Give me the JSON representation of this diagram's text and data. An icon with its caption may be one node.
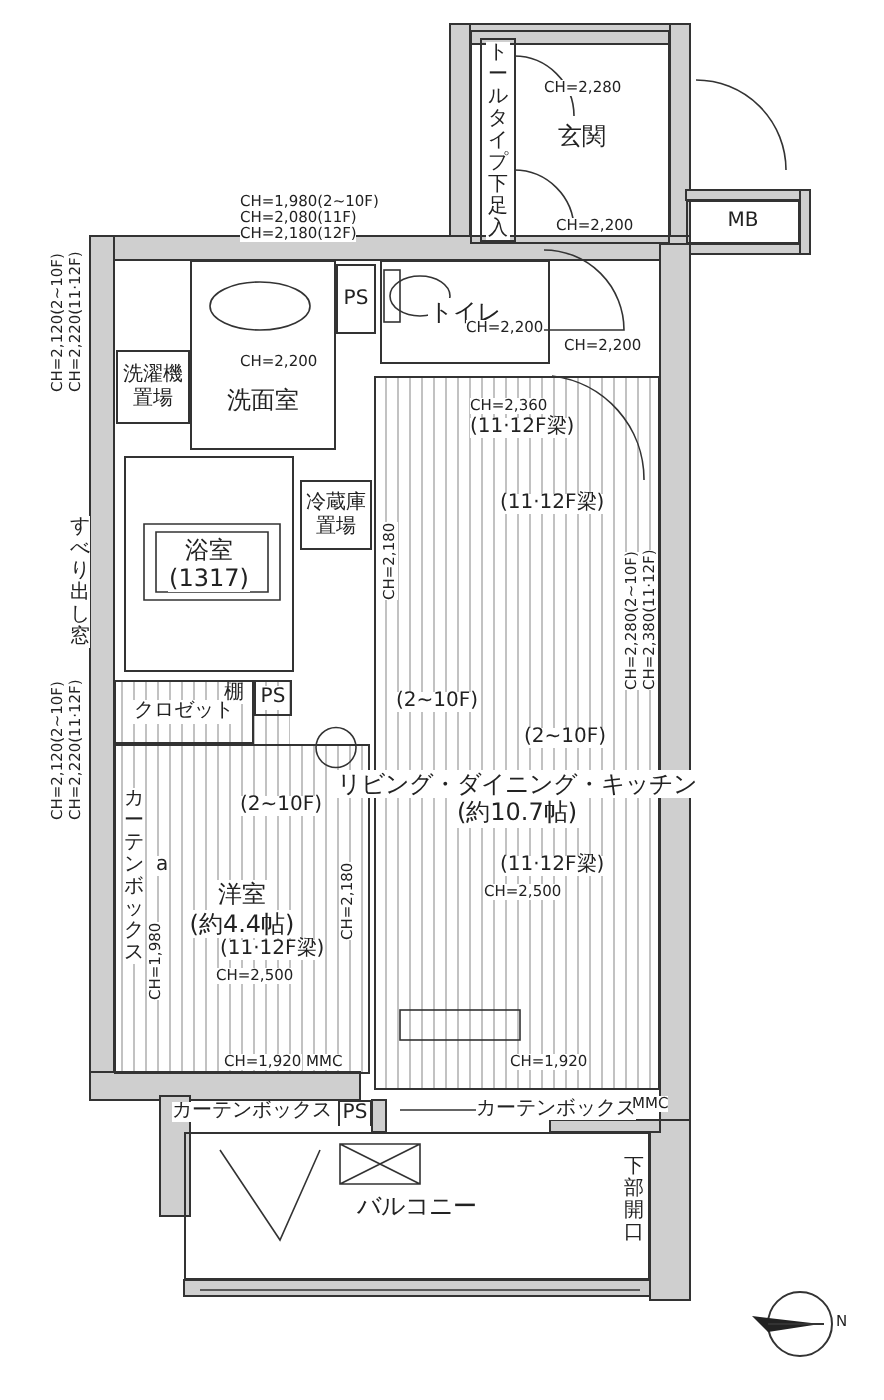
{
  "diagram": {
    "nodes": [
      {
        "text": [
          "玄関"
        ]
      },
      {
        "text": [
          "トールタイプ下足入"
        ],
        "in": 0
      },
      {
        "text": [
          "MB"
        ]
      },
      {
        "text": [
          "トイレ"
        ]
      },
      {
        "text": [
          "PS"
        ]
      },
      {
        "text": [
          "洗面室"
        ]
      },
      {
        "text": [
          "洗濯機置場"
        ]
      },
      {
        "text": [
          "浴室",
          "(1317)"
        ]
      },
      {
        "text": [
          "冷蔵庫置場"
        ]
      },
      {
        "text": [
          "PS"
        ]
      },
      {
        "text": [
          "クロゼット"
        ]
      },
      {
        "text": [
          "洋室",
          "(約4.4帖)"
        ]
      },
      {
        "text": [
          "リビング・ダイニング・キッチン",
          "(約10.7帖)"
        ]
      },
      {
        "text": [
          "PS"
        ]
      },
      {
        "text": [
          "バルコニー"
        ]
      }
    ],
    "labels": [
      "CH=2,280",
      "CH=1,980(2~10F)",
      "CH=2,080(11F)",
      "CH=2,180(12F)",
      "CH=2,200",
      "CH=2,120(2~10F)",
      "CH=2,220(11·12F)",
      "CH=2,200",
      "CH=2,200",
      "CH=2,200",
      "CH=2,360",
      "(11·12F梁)",
      "(11·12F梁)",
      "CH=2,180",
      "すべり出し窓",
      "CH=2,280(2~10F)",
      "CH=2,380(11·12F)",
      "棚",
      "CH=2,120(2~10F)",
      "CH=2,220(11·12F)",
      "(2~10F)",
      "(2~10F)",
      "(2~10F)",
      "CH=2,180",
      "カーテンボックス",
      "a",
      "(11·12F梁)",
      "CH=2,500",
      "(11·12F梁)",
      "CH=1,980",
      "CH=2,500",
      "CH=1,920",
      "MMC",
      "CH=1,920",
      "カーテンボックス",
      "カーテンボックス",
      "MMC",
      "下部開口",
      "N"
    ]
  }
}
